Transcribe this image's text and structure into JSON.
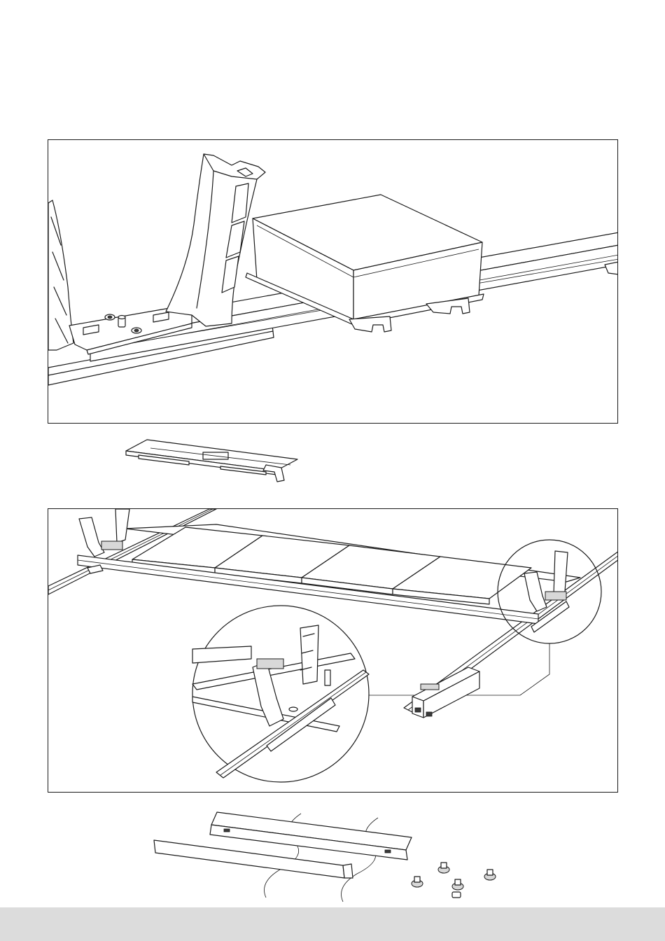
{
  "document": {
    "footer_band_color": "#dcdcdc",
    "line_color": "#1a1a1a"
  },
  "figures": {
    "top_panel": {
      "icon": "slide-rail-with-cushion-drawing"
    },
    "connector": {
      "icon": "rail-connector-part-drawing"
    },
    "bottom_panel": {
      "icon": "rail-assembly-with-detail-view-drawing"
    },
    "parts": {
      "icon": "angle-profiles-and-screws-drawing"
    }
  }
}
